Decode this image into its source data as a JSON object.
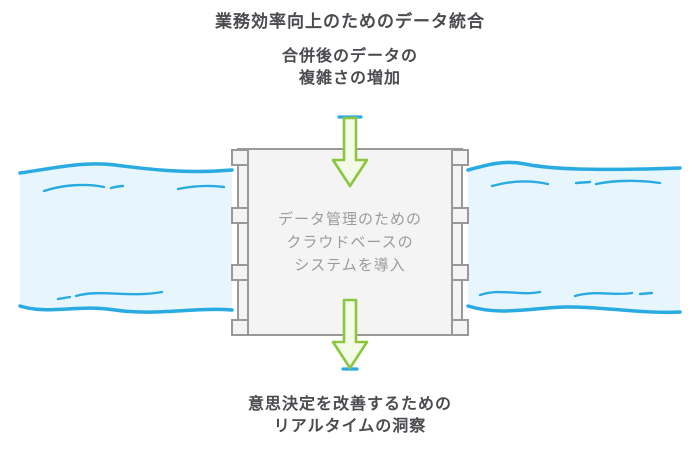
{
  "title": "業務効率向上のためのデータ統合",
  "flow": {
    "source_label": {
      "line1": "合併後のデータの",
      "line2": "複雑さの増加"
    },
    "process_box": {
      "line1": "データ管理のための",
      "line2": "クラウドベースの",
      "line3": "システムを導入"
    },
    "result_label": {
      "line1": "意思決定を改善するための",
      "line2": "リアルタイムの洞察"
    }
  },
  "icons": {
    "left_illustration": "water-waves-icon",
    "right_illustration": "water-waves-icon",
    "top_connector": "arrow-down-icon",
    "bottom_connector": "arrow-down-icon"
  },
  "colors": {
    "bg": "#ffffff",
    "text_dark": "#4a4a4f",
    "text_muted": "#9b9b9b",
    "water_fill": "#e7f6fd",
    "water_stroke": "#29abe2",
    "arrow_fill": "#f3fbe7",
    "arrow_stroke": "#8cc63f",
    "box_fill": "#f4f4f4",
    "box_border": "#999999"
  }
}
